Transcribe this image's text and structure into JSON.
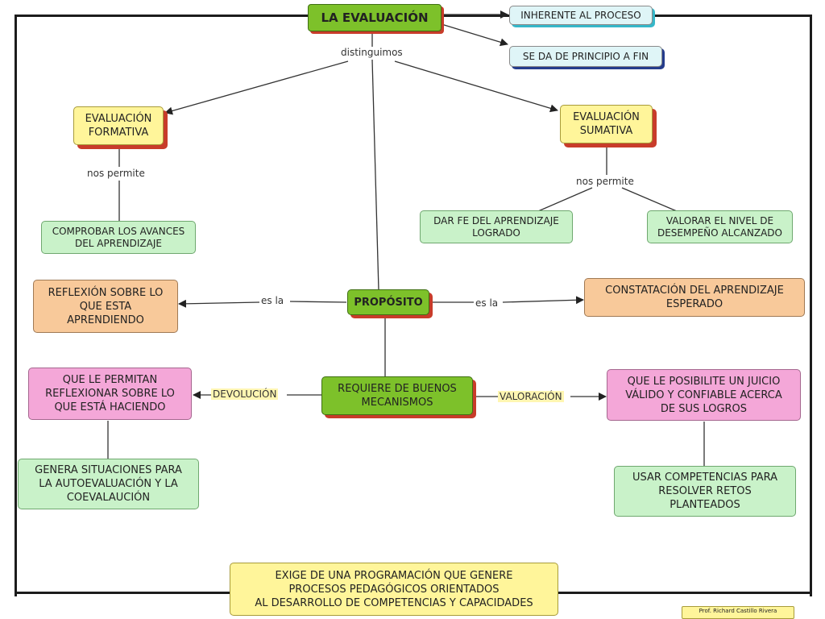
{
  "nodes": {
    "la_evaluacion": "LA EVALUACIÓN",
    "inherente": "INHERENTE AL PROCESO",
    "principio_fin": "SE DA DE PRINCIPIO A FIN",
    "formativa": "EVALUACIÓN\nFORMATIVA",
    "sumativa": "EVALUACIÓN\nSUMATIVA",
    "comprobar": "COMPROBAR LOS AVANCES\nDEL APRENDIZAJE",
    "dar_fe": "DAR FE  DEL APRENDIZAJE\nLOGRADO",
    "valorar": "VALORAR EL NIVEL DE\nDESEMPEÑO ALCANZADO",
    "reflexion": "REFLEXIÓN SOBRE LO\nQUE ESTA\nAPRENDIENDO",
    "proposito": "PROPÓSITO",
    "constatacion": "CONSTATACIÓN DEL APRENDIZAJE\nESPERADO",
    "permitan": "QUE LE PERMITAN\nREFLEXIONAR SOBRE LO\nQUE ESTÁ HACIENDO",
    "requiere": "REQUIERE DE  BUENOS\nMECANISMOS",
    "posibilite": "QUE LE POSIBILITE UN JUICIO\nVÁLIDO Y CONFIABLE ACERCA\nDE SUS LOGROS",
    "genera": "GENERA SITUACIONES PARA\nLA AUTOEVALUACIÓN Y LA\nCOEVALAUCIÓN",
    "usar": "USAR COMPETENCIAS PARA\nRESOLVER RETOS\nPLANTEADOS",
    "exige": "EXIGE DE UNA PROGRAMACIÓN QUE GENERE\nPROCESOS PEDAGÓGICOS ORIENTADOS\nAL DESARROLLO DE COMPETENCIAS Y CAPACIDADES",
    "autor": "Prof. Richard Castillo Rivera"
  },
  "links": {
    "distinguimos": "distinguimos",
    "nos_permite_1": "nos permite",
    "nos_permite_2": "nos permite",
    "es_la_1": "es la",
    "es_la_2": "es la",
    "devolucion": "DEVOLUCIÓN",
    "valoracion": "VALORACIÓN"
  }
}
